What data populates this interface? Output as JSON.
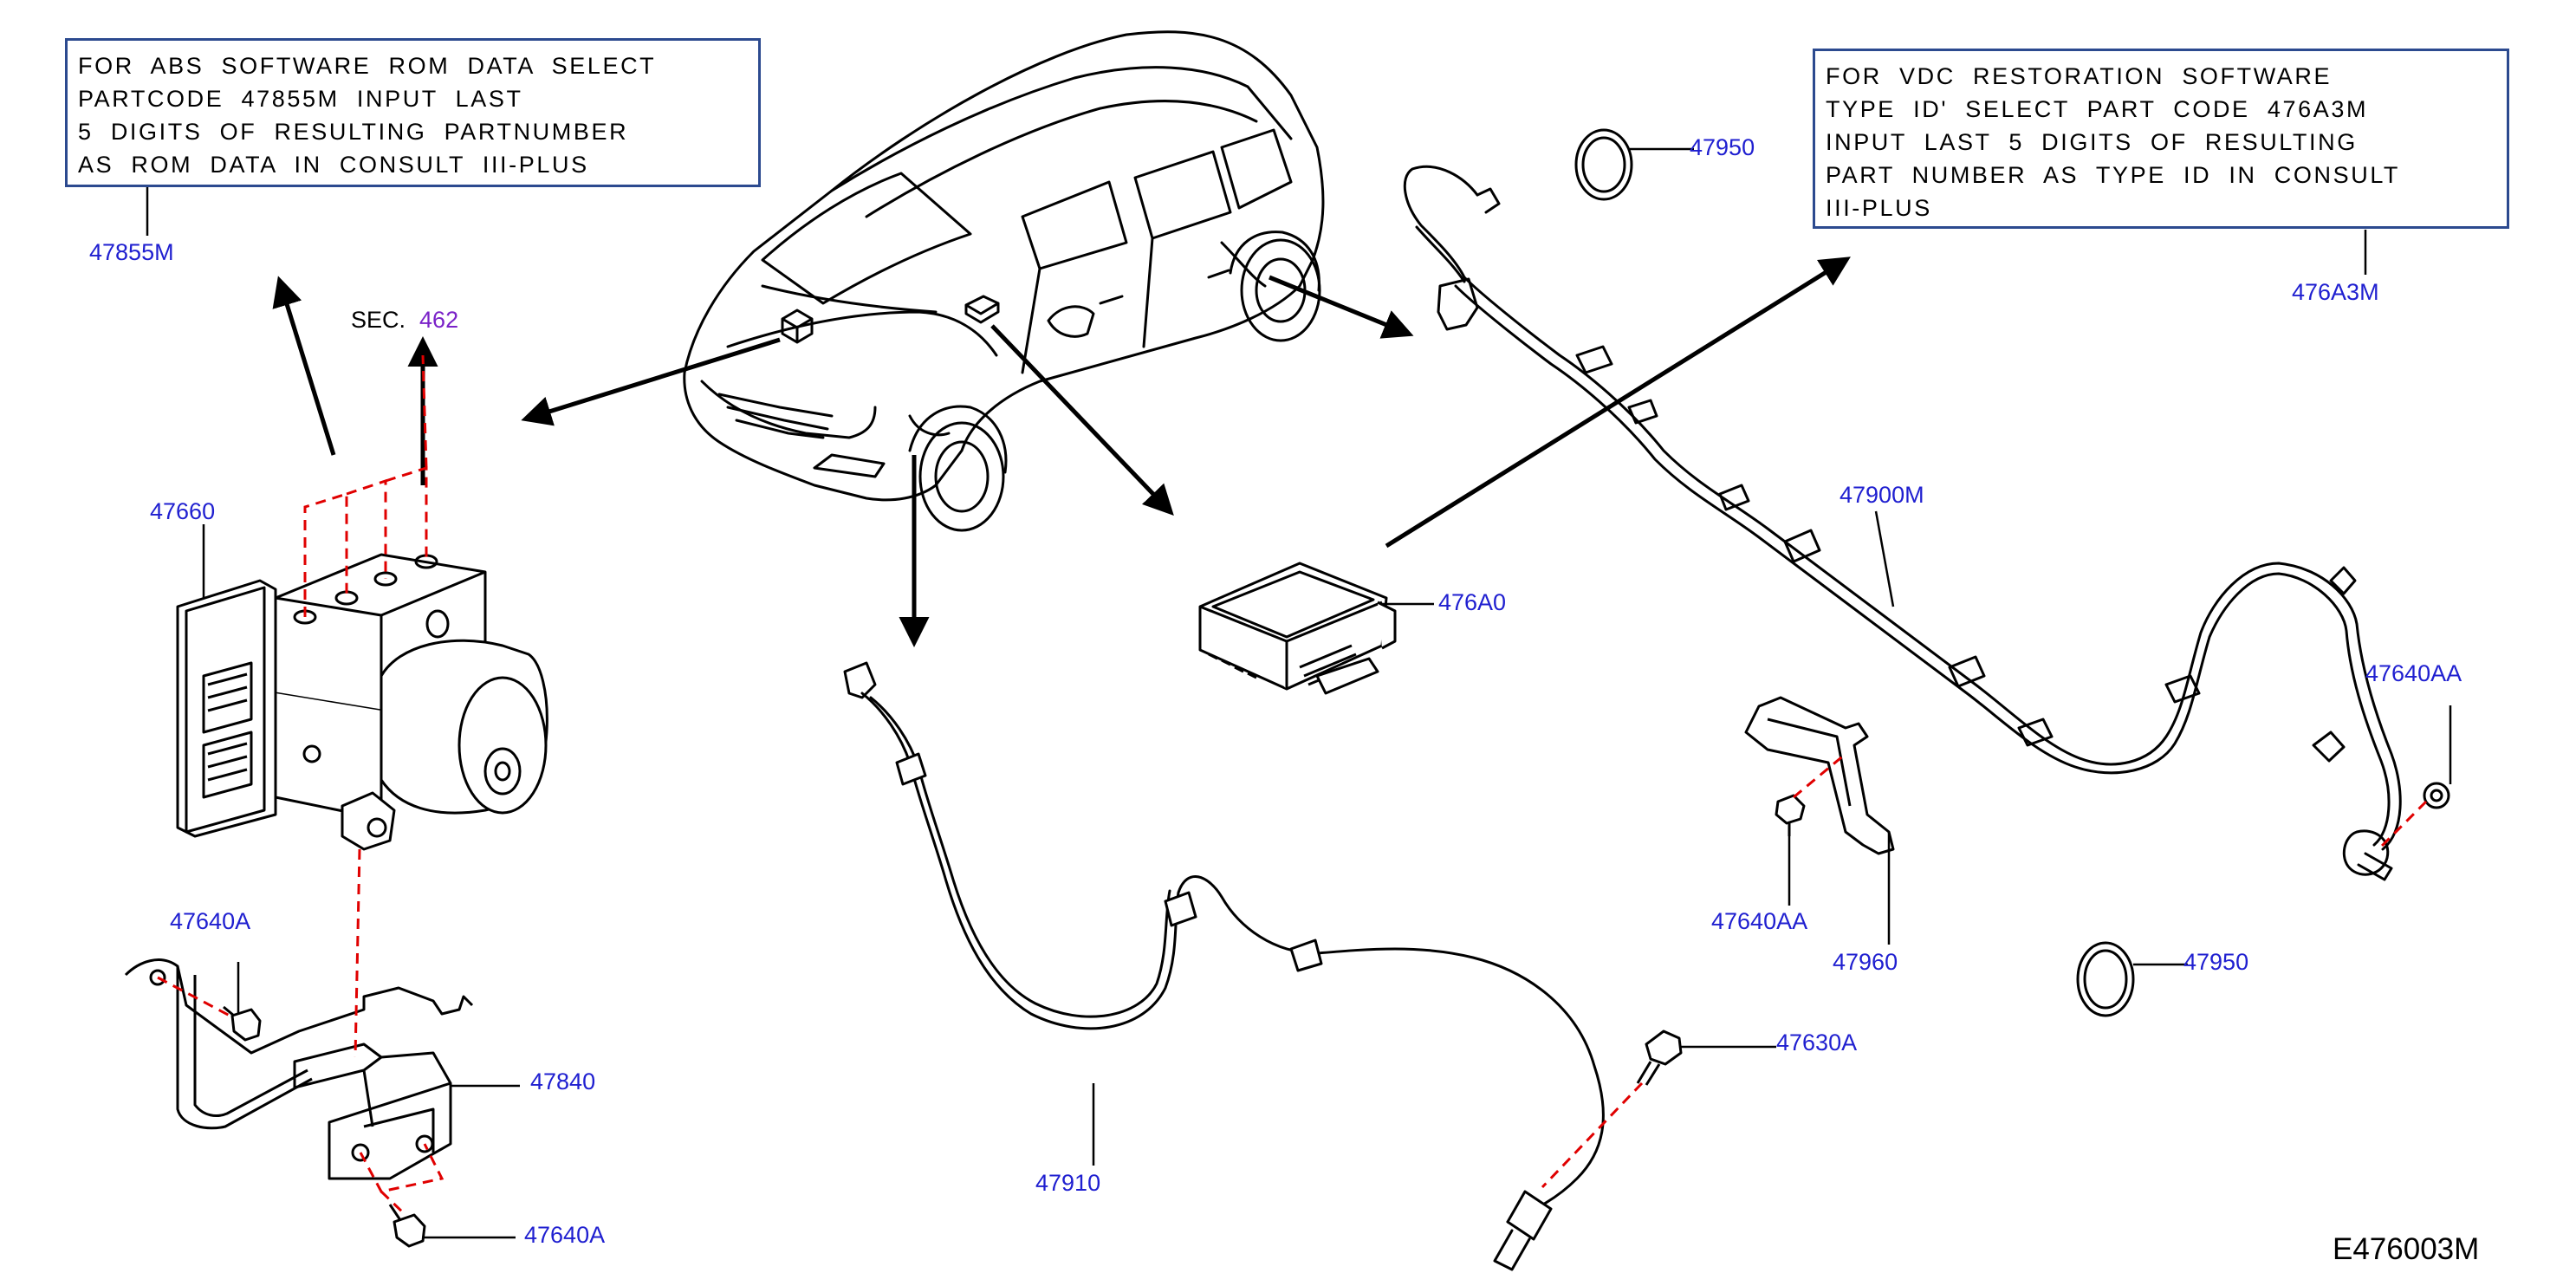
{
  "notes": {
    "abs": {
      "lines": [
        "FOR  ABS  SOFTWARE  ROM  DATA  SELECT",
        "PARTCODE  47855M  INPUT  LAST",
        "5  DIGITS  OF  RESULTING  PARTNUMBER",
        "AS  ROM  DATA  IN  CONSULT  III-PLUS"
      ]
    },
    "vdc": {
      "lines": [
        "FOR  VDC  RESTORATION  SOFTWARE",
        "TYPE  ID'  SELECT  PART  CODE  476A3M",
        "INPUT  LAST  5  DIGITS  OF  RESULTING",
        "PART  NUMBER  AS  TYPE  ID  IN  CONSULT",
        "III-PLUS"
      ]
    }
  },
  "sec_ref": {
    "prefix": "SEC.",
    "number": "462"
  },
  "callouts": {
    "c47855M": "47855M",
    "c476A3M": "476A3M",
    "c47660": "47660",
    "c476A0": "476A0",
    "c47950_top": "47950",
    "c47950_bottom": "47950",
    "c47900M": "47900M",
    "c47640AA_right": "47640AA",
    "c47640AA_left": "47640AA",
    "c47960": "47960",
    "c47640A_top": "47640A",
    "c47840": "47840",
    "c47640A_bottom": "47640A",
    "c47910": "47910",
    "c47630A": "47630A"
  },
  "figure_code": "E476003M",
  "colors": {
    "callout_text": "#1f1fd0",
    "note_border": "#2c4a8f",
    "dashed_line": "#e00000",
    "section_link": "#7a22c8",
    "line_art": "#000000"
  }
}
